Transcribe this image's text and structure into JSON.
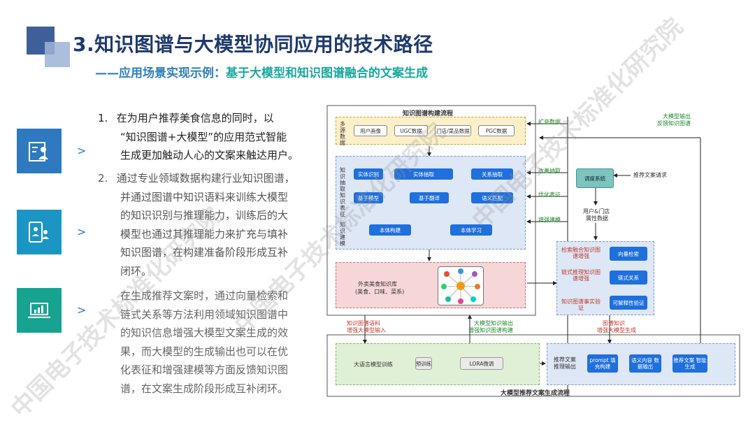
{
  "header": {
    "title": "3.知识图谱与大模型协同应用的技术路径",
    "subtitle_prefix": "——应用场景实现示例：",
    "subtitle_main": "基于大模型和知识图谱融合的文案生成"
  },
  "left": {
    "arrow": ">",
    "items": [
      {
        "num": "1.",
        "lines": [
          "在为用户推荐美食信息的同时，以",
          "“知识图谱+大模型”的应用范式智能",
          "生成更加触动人心的文案来触达用户。"
        ]
      },
      {
        "num": "2.",
        "lines": [
          "通过专业领域数据构建行业知识图谱，",
          "并通过图谱中知识语料来训练大模型",
          "的知识识别与推理能力，训练后的大",
          "模型也通过其推理能力来扩充与填补",
          "知识图谱，在构建准备阶段形成互补",
          "闭环。"
        ]
      },
      {
        "num": "",
        "lines": [
          "在生成推荐文案时，通过向量检索和",
          "链式关系等方法利用领域知识图谱中",
          "的知识信息增强大模型文案生成的效",
          "果，而大模型的生成输出也可以在优",
          "化表征和增强建模等方面反馈知识图",
          "谱，在文案生成阶段形成互补闭环。"
        ]
      }
    ]
  },
  "diagram": {
    "kg_title": "知识图谱构建流程",
    "source_label": "多源数据",
    "sources": [
      "用户画像",
      "UGC数据",
      "门店/菜品数据",
      "PGC数据"
    ],
    "row_labels": [
      "知识抽取",
      "知识表征",
      "知识建模"
    ],
    "extract_nodes": [
      "实体识别",
      "实体抽取",
      "关系抽取"
    ],
    "represent_nodes": [
      "基于模型",
      "基于翻译",
      "语义匹配"
    ],
    "model_nodes": [
      "本体构建",
      "本体学习"
    ],
    "kb_label_line1": "外卖美食知识库",
    "kb_label_line2": "(美食、口味、菜系)",
    "side_labels": [
      "扩充数据",
      "改善抽取",
      "优化表征",
      "增强建模"
    ],
    "top_right_label_1": "大模型输出",
    "top_right_label_2": "反馈知识图谱",
    "request_label": "推荐文案请求",
    "dispatch_node": "调度系统",
    "user_store_label_1": "用户&门店",
    "user_store_label_2": "属性数据",
    "aug_labels": [
      "检索融合知识图谱增强",
      "链式推理知识图谱增强",
      "知识图谱事实验证"
    ],
    "aug_nodes": [
      "向量检索",
      "链式关系",
      "可解释性验证"
    ],
    "kg_enhance_label_1": "图谱知识",
    "kg_enhance_label_2": "增强大模型生成",
    "kg_corpus_label_1": "知识图谱语料",
    "kg_corpus_label_2": "增强大模型输入",
    "llm_out_label_1": "大模型知识输出",
    "llm_out_label_2": "增强知识图谱构建",
    "llm_train_label": "大语言模型训练",
    "train_nodes": [
      "预训练",
      "LORA微调"
    ],
    "gen_label_1": "推荐文案",
    "gen_label_2": "推理输出",
    "gen_nodes": [
      "prompt 填充构建",
      "语义内容 数据输出",
      "推荐文案 智能生成"
    ],
    "llm_title": "大模型推荐文案生成流程"
  },
  "watermark": [
    "中国电子技术标准化研究院",
    "中国电子技术标准化研究院",
    "中国电子技术标准化研究院"
  ],
  "colors": {
    "title": "#1f3a6d",
    "subtitle_prefix": "#2f7fb6",
    "subtitle_main": "#19a8a0",
    "tile1": "#2e79c0",
    "tile2": "#1b96c4",
    "tile3": "#16a38f"
  }
}
